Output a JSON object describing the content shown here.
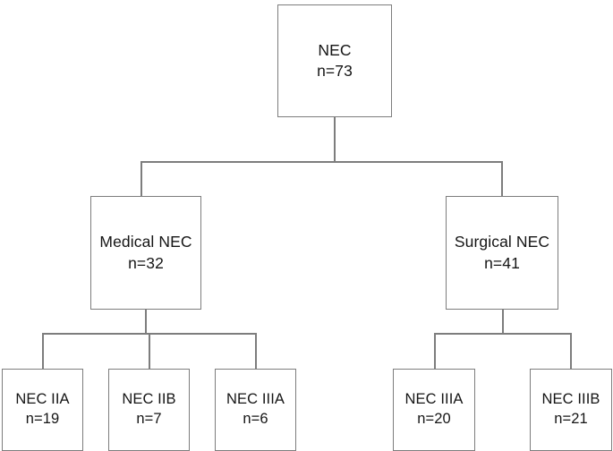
{
  "diagram": {
    "title": "NEC classification flowchart",
    "type": "tree-flowchart",
    "background_color": "#ffffff",
    "line_color": "#7d7d7d",
    "text_color": "#151515",
    "levels": 3,
    "nodes": {
      "root": {
        "label": "NEC",
        "count": "n=73"
      },
      "medical": {
        "label": "Medical NEC",
        "count": "n=32"
      },
      "surgical": {
        "label": "Surgical NEC",
        "count": "n=41"
      },
      "medical_iia": {
        "label": "NEC IIA",
        "count": "n=19"
      },
      "medical_iib": {
        "label": "NEC IIB",
        "count": "n=7"
      },
      "medical_iiia": {
        "label": "NEC IIIA",
        "count": "n=6"
      },
      "surgical_iiia": {
        "label": "NEC IIIA",
        "count": "n=20"
      },
      "surgical_iiib": {
        "label": "NEC IIIB",
        "count": "n=21"
      }
    }
  }
}
